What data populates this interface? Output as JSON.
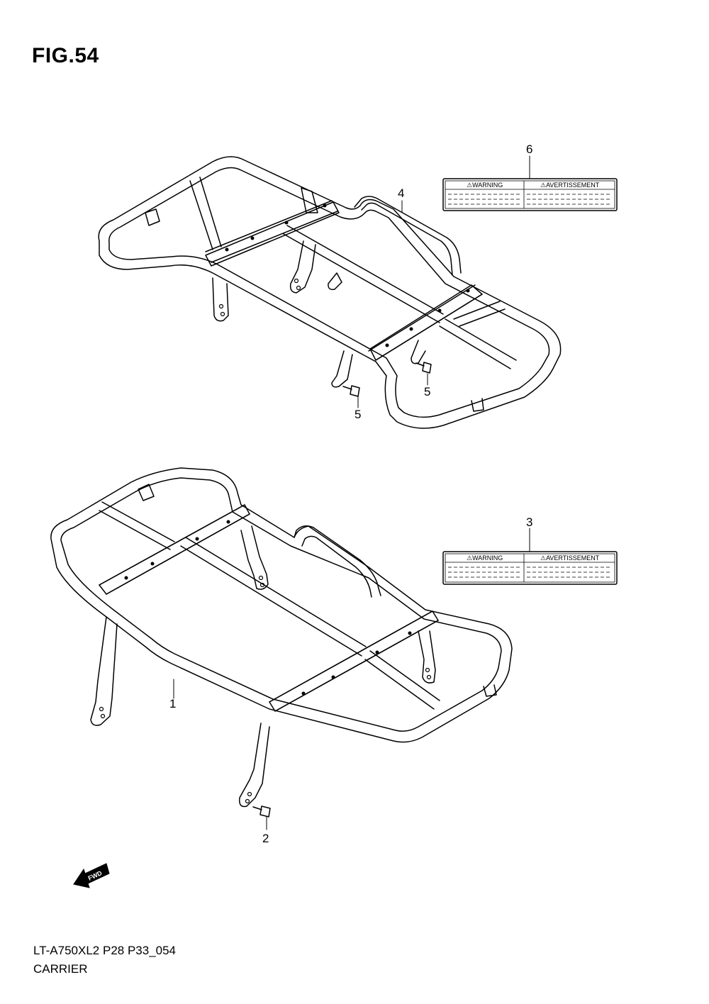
{
  "figure": {
    "title": "FIG.54",
    "model_code": "LT-A750XL2 P28 P33_054",
    "section_name": "CARRIER"
  },
  "callouts": {
    "front_carrier": "1",
    "rear_bolt": "2",
    "rear_label": "3",
    "front_carrier_handle": "4",
    "front_bolt_right": "5",
    "front_bolt_left": "5",
    "front_label": "6"
  },
  "warning_label": {
    "english": "⚠WARNING",
    "french": "⚠AVERTISSEMENT"
  },
  "fwd_arrow": {
    "text": "FWD"
  }
}
